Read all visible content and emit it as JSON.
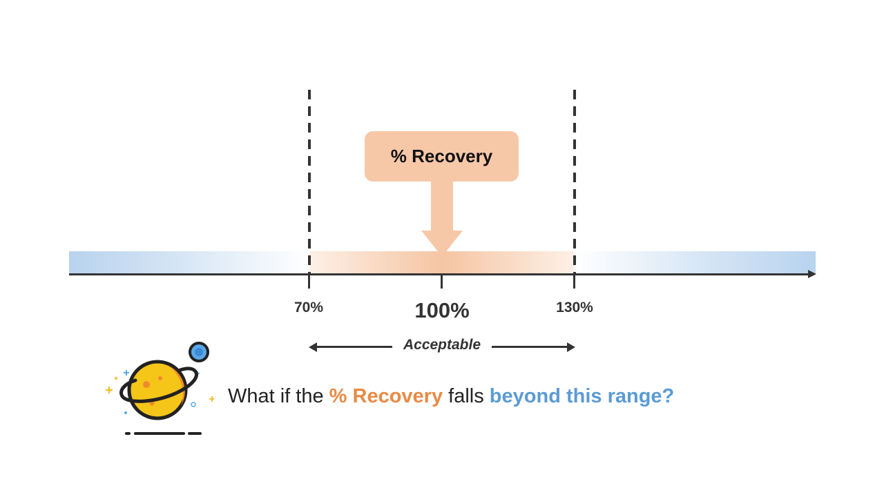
{
  "callout": {
    "label": "% Recovery"
  },
  "axis": {
    "ticks": [
      "70%",
      "100%",
      "130%"
    ],
    "range_label": "Acceptable"
  },
  "question": {
    "part1": "What if the ",
    "highlight1": "% Recovery",
    "part2": " falls ",
    "highlight2": "beyond this range?"
  },
  "colors": {
    "accent_orange": "#e88a45",
    "accent_blue": "#5b9bd5",
    "callout_fill": "#f7c8a8",
    "band_blue": "#b8d3ee",
    "axis": "#333333"
  },
  "icons": [
    "planet-icon"
  ]
}
